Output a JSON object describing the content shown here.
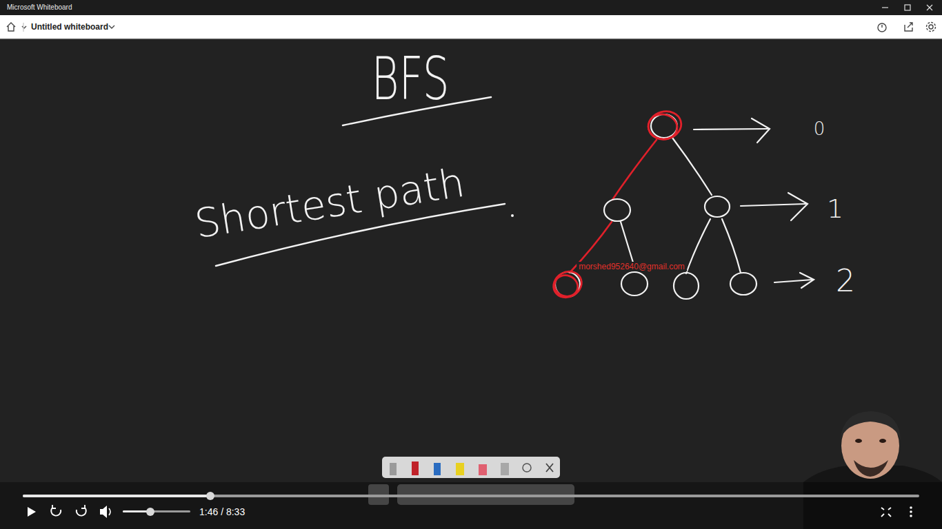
{
  "diagram": {
    "title": "BFS",
    "labels": [
      "Microsoft Whiteboard",
      "Untitled whiteboard",
      "Shortest path",
      "0",
      "1",
      "2",
      "morshed952640@gmail.com",
      "1:46 / 8:33"
    ]
  }
}
